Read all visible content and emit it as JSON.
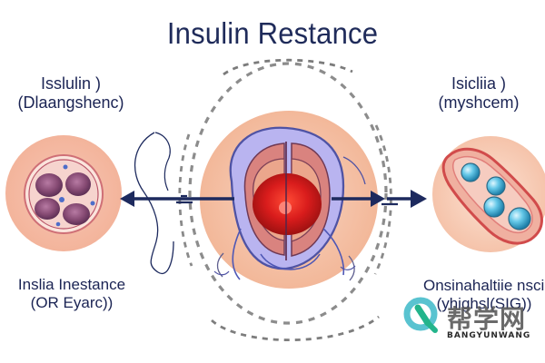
{
  "title": "Insulin Restance",
  "labels": {
    "top_left": {
      "line1": "Isslulin )",
      "line2": "(Dlaangshenc)"
    },
    "top_right": {
      "line1": "Isicliia )",
      "line2": "(myshcem)"
    },
    "bottom_left": {
      "line1": "Inslia Inestance",
      "line2": "(OR Eyarc))"
    },
    "bottom_right": {
      "line1": "Onsinahaltiie nscinge",
      "line2": "(yhighsl(SIG))"
    }
  },
  "watermark": {
    "text": "帮学网",
    "subtext": "BANGYUNWANG"
  },
  "colors": {
    "title": "#1f2b5a",
    "arrow": "#1d2a5e",
    "skin": "#f6d0bd",
    "skin_dark": "#f1b697",
    "vessel": "#e07b7b",
    "core_red": "#d91c1c",
    "cell_blue": "#6fb7d7"
  },
  "icons": {
    "left_cell": "cell-cluster-icon",
    "center": "organ-cross-section-icon",
    "right_vessel": "blood-vessel-icon",
    "watermark_logo": "q-logo-icon"
  }
}
